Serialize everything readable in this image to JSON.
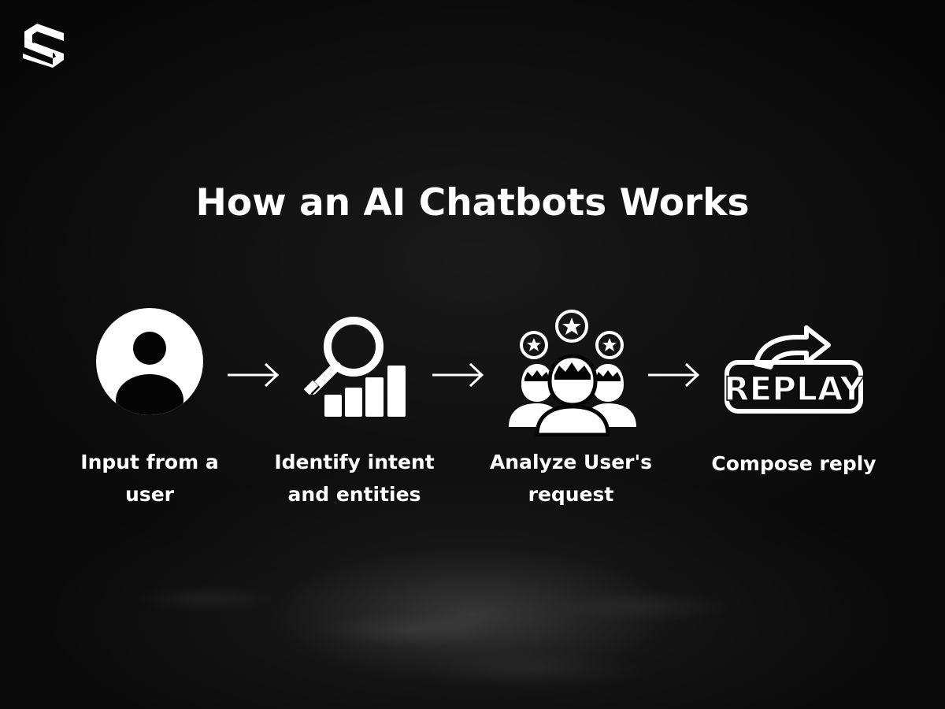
{
  "title": "How an AI Chatbots Works",
  "brand": {
    "logo_icon": "brand-s-logo-icon"
  },
  "steps": [
    {
      "label": "Input from a\nuser",
      "icon": "user-avatar-icon"
    },
    {
      "label": "Identify intent\nand entities",
      "icon": "magnifier-bar-chart-icon"
    },
    {
      "label": "Analyze User's\nrequest",
      "icon": "users-stars-icon"
    },
    {
      "label": "Compose reply",
      "icon": "replay-sign-icon",
      "icon_text": "REPLAY"
    }
  ],
  "colors": {
    "background": "#050505",
    "foreground": "#ffffff"
  }
}
